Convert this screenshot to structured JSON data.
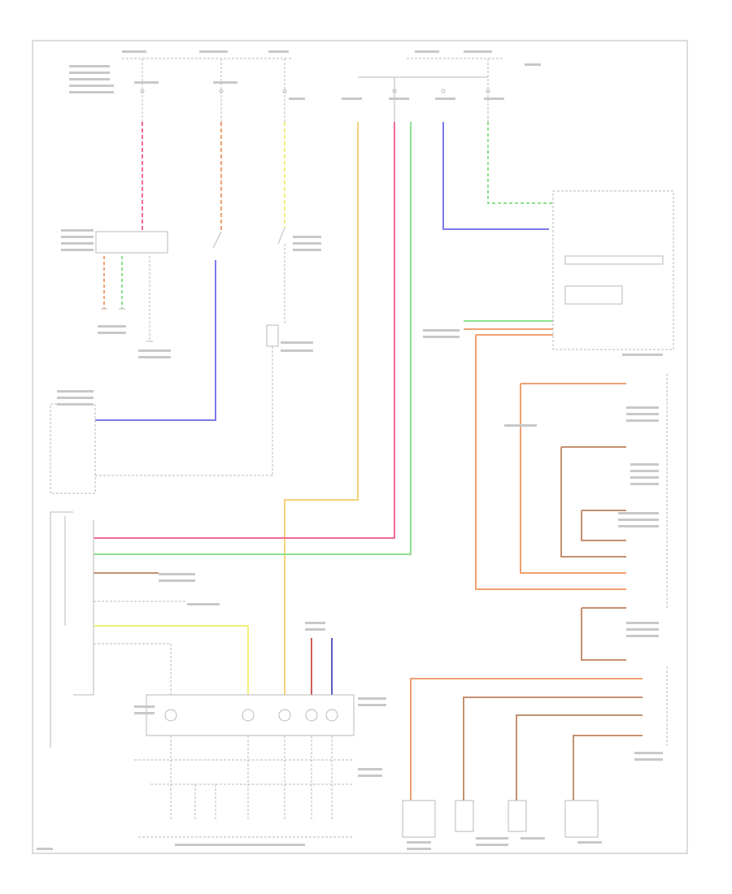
{
  "diagram": {
    "figure_number": "",
    "colors": {
      "frame": "#b9b9b9",
      "pink": "#f06a94",
      "orange": "#f0a070",
      "yellow": "#f2f07a",
      "yellow_orange": "#f5d27a",
      "blue": "#7a7ae8",
      "green": "#8de08d",
      "tan": "#c49070",
      "red": "#d05a5a",
      "dark_blue": "#5a5ac0"
    },
    "icons": [
      "ground-symbol",
      "connector-terminal",
      "switch-contact",
      "fuse-symbol"
    ]
  }
}
